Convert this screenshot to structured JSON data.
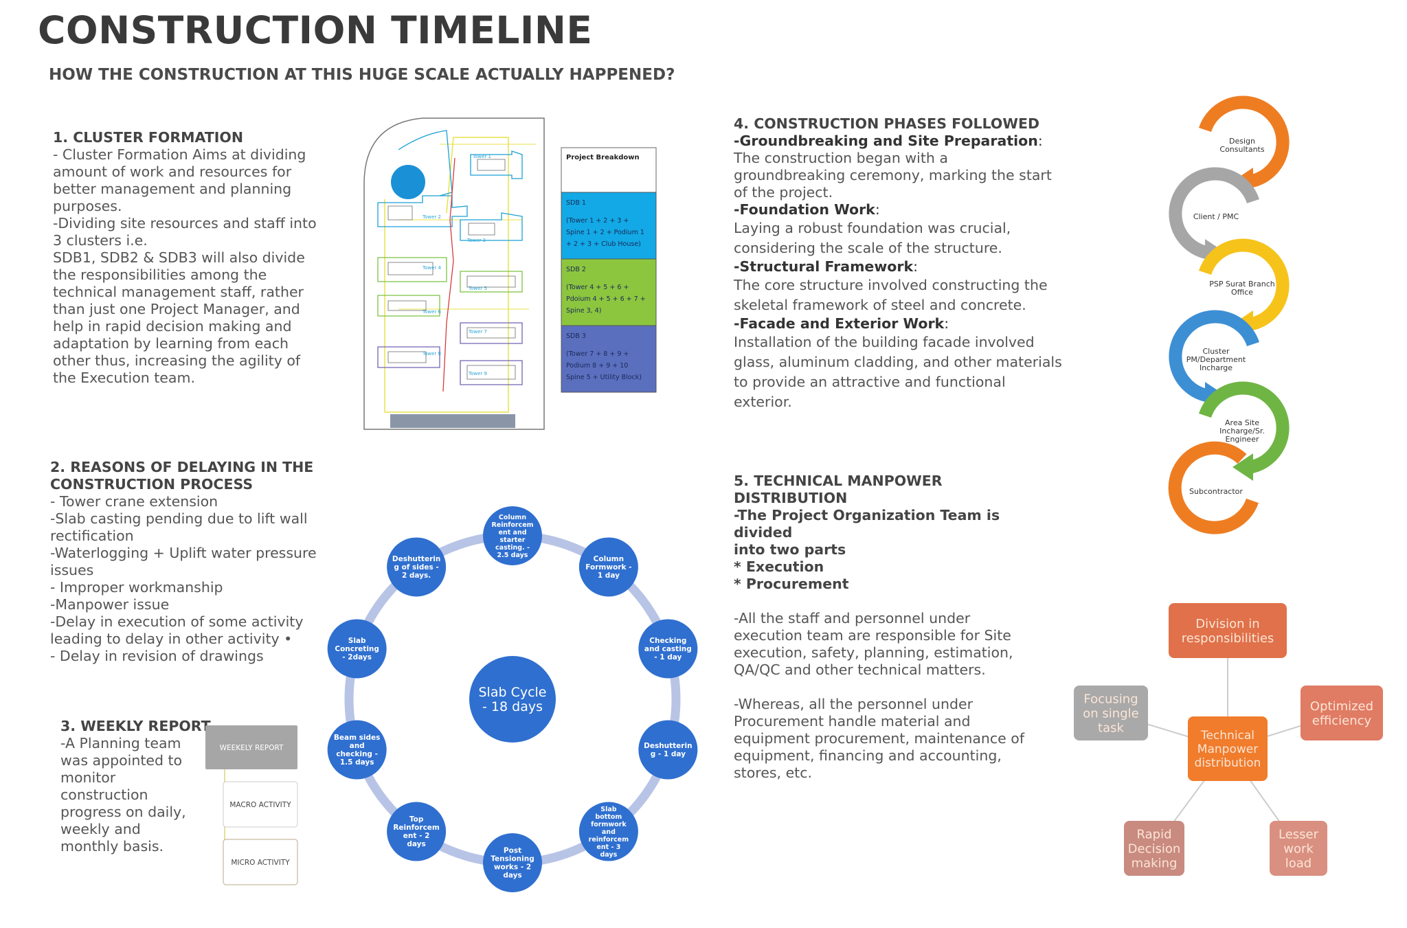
{
  "title": "CONSTRUCTION TIMELINE",
  "subtitle": "HOW THE CONSTRUCTION AT THIS HUGE SCALE ACTUALLY HAPPENED?",
  "section1": {
    "heading": "1. CLUSTER FORMATION",
    "lines": [
      "- Cluster Formation Aims at dividing",
      "amount of work and resources for",
      "better management and planning",
      "purposes.",
      "-Dividing site resources and staff into",
      "3 clusters i.e.",
      "SDB1, SDB2 & SDB3 will also divide",
      "the responsibilities among the",
      "technical management staff, rather",
      "than just one Project Manager, and",
      "help in rapid decision making and",
      "adaptation by learning from each",
      "other thus, increasing the agility of",
      "the Execution team."
    ]
  },
  "site_plan": {
    "towers": [
      "Tower 1",
      "Tower 2",
      "Tower 3",
      "Tower 4",
      "Tower 5",
      "Tower 6",
      "Tower 7",
      "Tower 8",
      "Tower 9"
    ],
    "breakdown_title": "Project Breakdown",
    "sdb1": {
      "name": "SDB 1",
      "detail": [
        "(Tower 1 + 2 + 3 +",
        "Spine 1 + 2 + Podium 1",
        "+ 2 + 3 + Club House)"
      ],
      "color": "#12a9e6"
    },
    "sdb2": {
      "name": "SDB 2",
      "detail": [
        "(Tower 4 + 5 + 6 +",
        "Pdoium 4 + 5 + 6 + 7 +",
        "Spine 3, 4)"
      ],
      "color": "#8cc63f"
    },
    "sdb3": {
      "name": "SDB 3",
      "detail": [
        "(Tower 7 + 8 + 9 +",
        "Podium 8 + 9 + 10",
        "Spine 5 + Utility Block)"
      ],
      "color": "#5b6fbf"
    }
  },
  "section2": {
    "heading": [
      "2. REASONS OF DELAYING IN THE",
      "CONSTRUCTION PROCESS"
    ],
    "lines": [
      "- Tower crane extension",
      "-Slab casting pending due to lift wall",
      "rectification",
      "-Waterlogging + Uplift water pressure",
      "issues",
      "- Improper workmanship",
      "-Manpower issue",
      "-Delay in execution of some activity",
      "leading to delay in other activity •",
      "- Delay in revision of drawings"
    ]
  },
  "section3": {
    "heading": "3. WEEKLY REPORT",
    "lines": [
      "-A Planning team",
      "was appointed to",
      "monitor",
      "construction",
      "progress on daily,",
      "weekly and",
      "monthly basis."
    ],
    "chart": {
      "top": "WEEKELY REPORT",
      "mid": "MACRO ACTIVITY",
      "bottom": "MICRO ACTIVITY"
    }
  },
  "slab_cycle": {
    "center": [
      "Slab Cycle",
      "- 18 days"
    ],
    "steps": [
      [
        "Column",
        "Reinforcem",
        "ent and",
        "starter",
        "casting. -",
        "2.5 days"
      ],
      [
        "Column",
        "Formwork -",
        "1 day"
      ],
      [
        "Checking",
        "and casting",
        "- 1 day"
      ],
      [
        "Deshutterin",
        "g - 1 day"
      ],
      [
        "Slab",
        "bottom",
        "formwork",
        "and",
        "reinforcem",
        "ent - 3",
        "days"
      ],
      [
        "Post",
        "Tensioning",
        "works - 2",
        "days"
      ],
      [
        "Top",
        "Reinforcem",
        "ent - 2",
        "days"
      ],
      [
        "Beam sides",
        "and",
        "checking -",
        "1.5 days"
      ],
      [
        "Slab",
        "Concreting",
        "- 2days"
      ],
      [
        "Deshutterin",
        "g of sides -",
        "2 days."
      ]
    ]
  },
  "section4": {
    "heading": "4. CONSTRUCTION PHASES FOLLOWED",
    "phases": [
      {
        "title": "-Groundbreaking and Site Preparation",
        "lines": [
          "The construction began with a",
          "groundbreaking ceremony, marking the start",
          "of the project."
        ]
      },
      {
        "title": "-Foundation Work",
        "lines": [
          "Laying a robust foundation was crucial,",
          "considering the scale of the structure."
        ]
      },
      {
        "title": "-Structural Framework",
        "lines": [
          "The core structure involved constructing the",
          "skeletal framework of steel and concrete."
        ]
      },
      {
        "title": "-Facade and Exterior Work",
        "lines": [
          "Installation of the building facade involved",
          "glass, aluminum cladding, and other materials",
          "to provide an attractive and functional",
          "exterior."
        ]
      }
    ]
  },
  "hierarchy": {
    "levels": [
      {
        "label": [
          "Design",
          "Consultants"
        ],
        "color": "#ee7d22"
      },
      {
        "label": [
          "Client / PMC"
        ],
        "color": "#a6a6a6"
      },
      {
        "label": [
          "PSP Surat Branch",
          "Office"
        ],
        "color": "#f6c31a"
      },
      {
        "label": [
          "Cluster",
          "PM/Department",
          "Incharge"
        ],
        "color": "#3d8fd4"
      },
      {
        "label": [
          "Area Site",
          "Incharge/Sr.",
          "Engineer"
        ],
        "color": "#6fb544"
      },
      {
        "label": [
          "Subcontractor"
        ],
        "color": "#ee7d22"
      }
    ]
  },
  "section5": {
    "heading": "5. TECHNICAL MANPOWER DISTRIBUTION",
    "bold_lines": [
      "-The Project Organization Team is divided",
      "into two parts",
      "* Execution",
      "* Procurement"
    ],
    "para1": [
      "-All the staff and personnel under",
      "execution team are responsible for Site",
      "execution, safety, planning, estimation,",
      "QA/QC and other technical matters."
    ],
    "para2": [
      "-Whereas, all the personnel under",
      "Procurement handle material and",
      "equipment procurement, maintenance of",
      "equipment, financing and accounting,",
      "stores, etc."
    ]
  },
  "manpower_diagram": {
    "center": [
      "Technical",
      "Manpower",
      "distribution"
    ],
    "top": [
      "Division in",
      "responsibilities"
    ],
    "left": [
      "Focusing",
      "on single",
      "task"
    ],
    "right": [
      "Optimized",
      "efficiency"
    ],
    "bottom_left": [
      "Rapid",
      "Decision",
      "making"
    ],
    "bottom_right": [
      "Lesser",
      "work",
      "load"
    ],
    "colors": {
      "center": "#f07c2c",
      "top": "#e0714a",
      "left": "#a9a9a9",
      "right": "#e07b64",
      "bottom_left": "#c98a80",
      "bottom_right": "#d99080"
    }
  }
}
